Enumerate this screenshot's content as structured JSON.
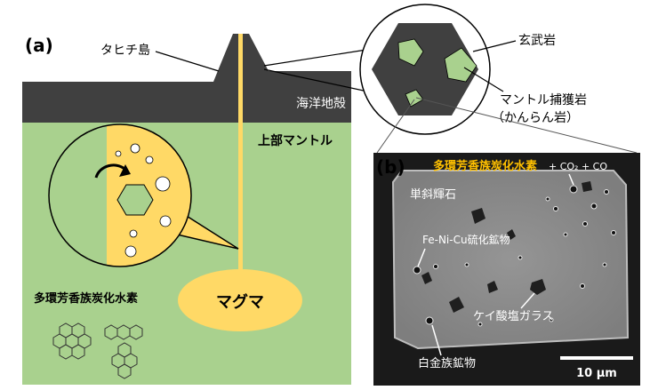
{
  "panel_a": {
    "tag": "(a)",
    "island_label": "タヒチ島",
    "crust_label": "海洋地殻",
    "mantle_label": "上部マントル",
    "magma_label": "マグマ",
    "pah_label": "多環芳香族炭化水素",
    "basalt_label": "玄武岩",
    "xenolith_label_1": "マントル捕獲岩",
    "xenolith_label_2": "（かんらん岩）"
  },
  "panel_b": {
    "tag": "(b)",
    "pah_label": "多環芳香族炭化水素",
    "gas_label": "+ CO₂ + CO",
    "pyroxene_label": "単斜輝石",
    "sulfide_label": "Fe-Ni-Cu硫化鉱物",
    "glass_label": "ケイ酸塩ガラス",
    "pgm_label": "白金族鉱物",
    "scale_label": "10 μm"
  },
  "colors": {
    "mantle": "#a9d18e",
    "crust": "#404040",
    "magma": "#ffd966",
    "accent_text": "#ffc000",
    "micrograph_bg": "#1a1a1a",
    "crystal": "#8c8c8c"
  }
}
